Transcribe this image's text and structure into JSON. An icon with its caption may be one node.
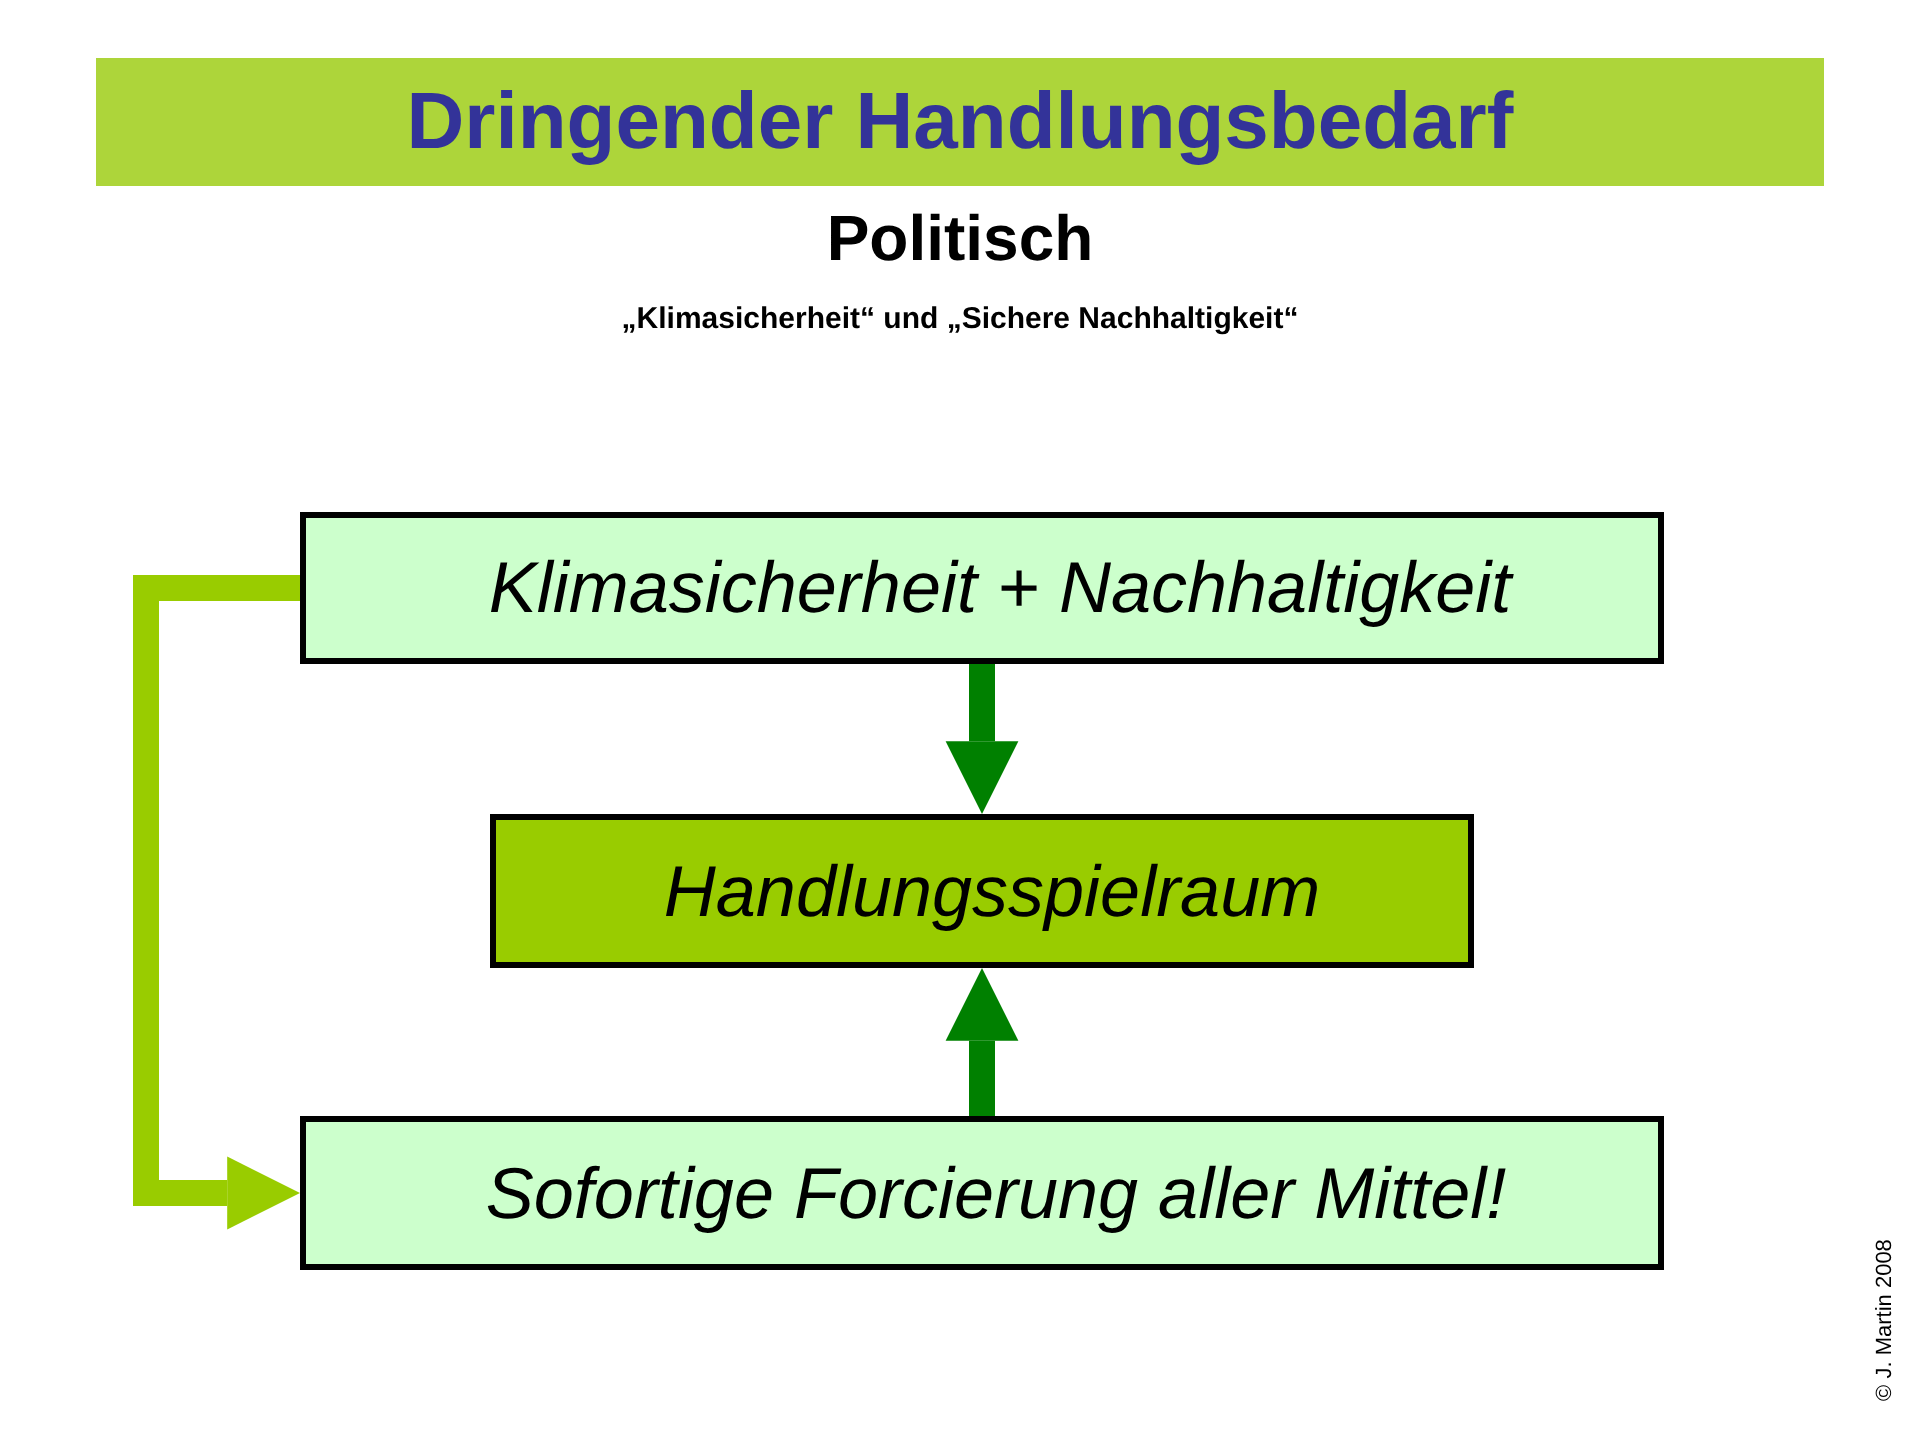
{
  "diagram": {
    "title": "Dringender Handlungsbedarf",
    "nodes": [
      {
        "text": [
          "Klimasicherheit + Nachhaltigkeit"
        ]
      },
      {
        "text": [
          "Handlungsspielraum"
        ]
      },
      {
        "text": [
          "Sofortige Forcierung aller Mittel!"
        ]
      }
    ],
    "edges": [
      {
        "from": 0,
        "to": 1,
        "arrow": "to"
      },
      {
        "from": 2,
        "to": 1,
        "arrow": "to"
      },
      {
        "from": 0,
        "to": 2,
        "arrow": "to",
        "color": "#99cc00"
      }
    ],
    "labels": [
      "Politisch",
      "„Klimasicherheit“ und „Sichere Nachhaltigkeit“",
      "© J. Martin 2008"
    ]
  }
}
